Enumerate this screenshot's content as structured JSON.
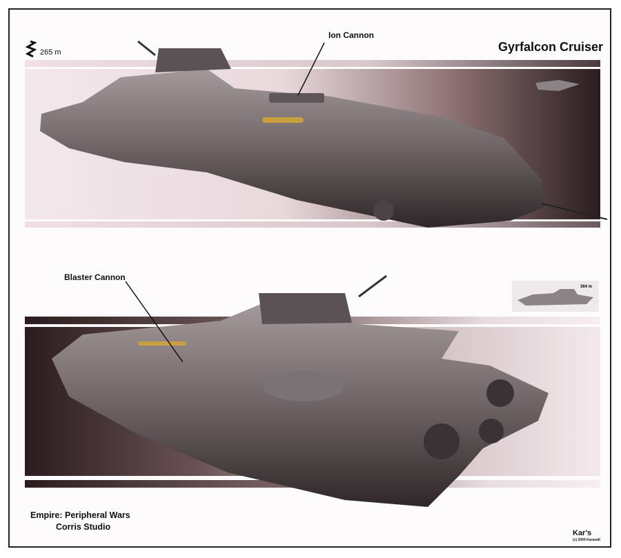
{
  "title": "Gyrfalcon Cruiser",
  "scale": {
    "icon": "scale-zigzag-icon",
    "value": "265 m"
  },
  "callouts": {
    "top": "Ion Cannon",
    "bottom": "Blaster Cannon"
  },
  "inset": {
    "scale": "364 m"
  },
  "credits": {
    "line1": "Empire: Peripheral Wars",
    "line2": "Corris Studio"
  },
  "signature": {
    "name": "Kar's",
    "copyright": "(c) 2009 KarasaK"
  }
}
